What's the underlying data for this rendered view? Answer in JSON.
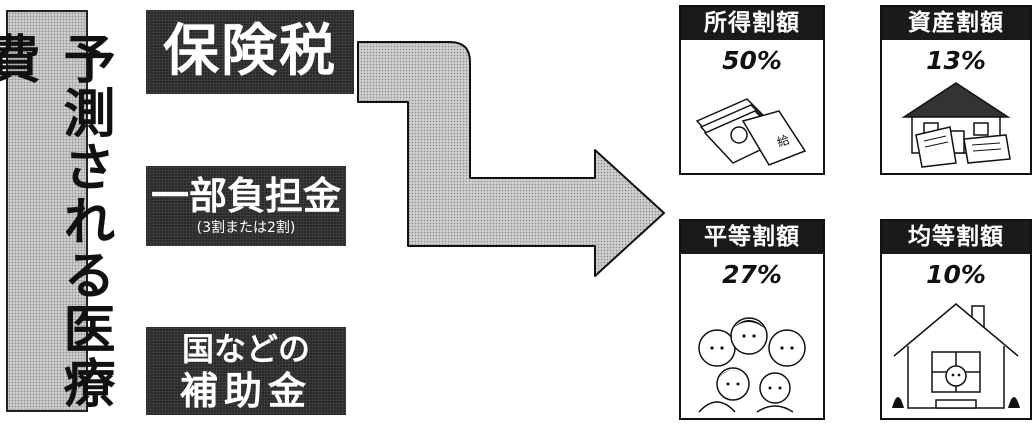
{
  "vertical_title": "予測される医療費",
  "sources": {
    "insurance_tax": "保険税",
    "copay": "一部負担金",
    "copay_note": "(3割または2割)",
    "subsidy_line1": "国などの",
    "subsidy_line2": "補助金"
  },
  "breakdown": [
    {
      "label": "所得割額",
      "value": "50%",
      "icon": "money-envelope-icon"
    },
    {
      "label": "資産割額",
      "value": "13%",
      "icon": "house-documents-icon"
    },
    {
      "label": "平等割額",
      "value": "27%",
      "icon": "family-group-icon"
    },
    {
      "label": "均等割額",
      "value": "10%",
      "icon": "home-window-icon"
    }
  ]
}
